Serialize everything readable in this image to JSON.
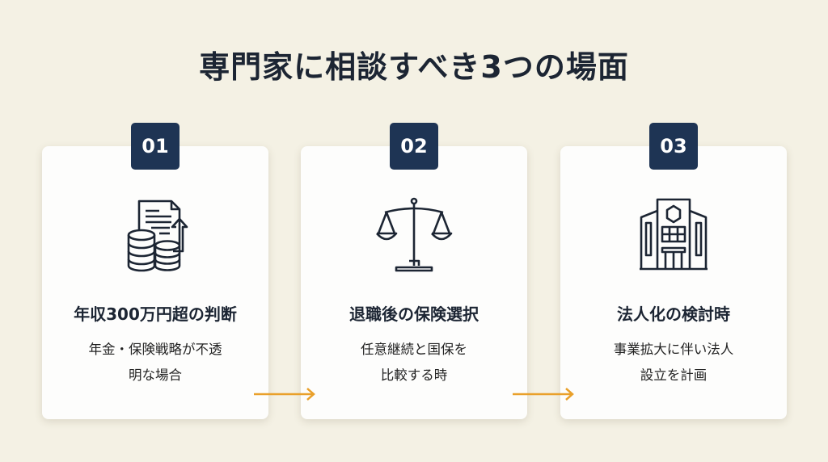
{
  "title": "専門家に相談すべき3つの場面",
  "accent_color": "#e9a02a",
  "badge_color": "#1e3454",
  "cards": [
    {
      "number": "01",
      "icon": "coins-document-growth-icon",
      "title": "年収300万円超の判断",
      "desc_lines": [
        "年金・保険戦略が不透",
        "明な場合"
      ]
    },
    {
      "number": "02",
      "icon": "balance-scale-icon",
      "title": "退職後の保険選択",
      "desc_lines": [
        "任意継続と国保を",
        "比較する時"
      ]
    },
    {
      "number": "03",
      "icon": "office-building-icon",
      "title": "法人化の検討時",
      "desc_lines": [
        "事業拡大に伴い法人",
        "設立を計画"
      ]
    }
  ]
}
